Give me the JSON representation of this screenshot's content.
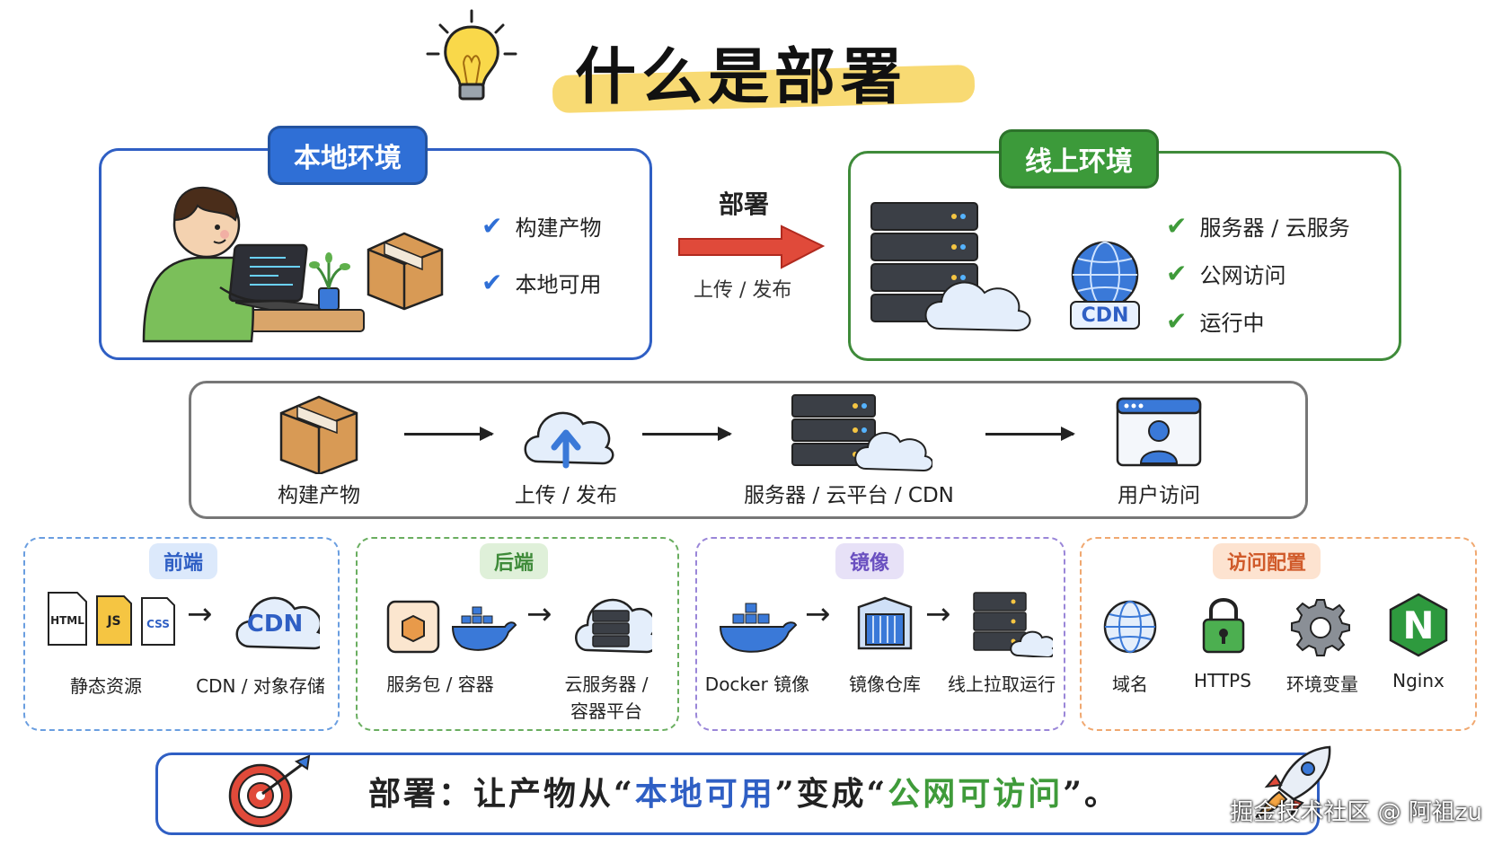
{
  "title": "什么是部署",
  "local": {
    "tag": "本地环境",
    "items": [
      "构建产物",
      "本地可用"
    ]
  },
  "deploy": {
    "label": "部署",
    "sub": "上传 / 发布"
  },
  "online": {
    "tag": "线上环境",
    "cdn": "CDN",
    "items": [
      "服务器 / 云服务",
      "公网访问",
      "运行中"
    ]
  },
  "flow": {
    "steps": [
      "构建产物",
      "上传 / 发布",
      "服务器 / 云平台 / CDN",
      "用户访问"
    ]
  },
  "categories": {
    "frontend": {
      "title": "前端",
      "file_types": [
        "HTML",
        "JS",
        "CSS"
      ],
      "cdn": "CDN",
      "left_label": "静态资源",
      "right_label": "CDN / 对象存储"
    },
    "backend": {
      "title": "后端",
      "left_label": "服务包 / 容器",
      "right_label_1": "云服务器 /",
      "right_label_2": "容器平台"
    },
    "image": {
      "title": "镜像",
      "labels": [
        "Docker 镜像",
        "镜像仓库",
        "线上拉取运行"
      ]
    },
    "access": {
      "title": "访问配置",
      "labels": [
        "域名",
        "HTTPS",
        "环境变量",
        "Nginx"
      ],
      "nginx_letter": "N"
    }
  },
  "banner": {
    "prefix": "部署：让产物从",
    "q_open": "“",
    "local_usable": "本地可用",
    "q_close": "”",
    "middle": "变成",
    "public_access": "公网可访问",
    "end": "。"
  },
  "watermark": "掘金技术社区 @ 阿祖zu",
  "colors": {
    "blue": "#2f5fc4",
    "green": "#3f9b3a",
    "purple": "#7b5cc9",
    "orange": "#e07a3a",
    "red_arrow": "#e04a3a",
    "highlight": "#f7d35a"
  }
}
